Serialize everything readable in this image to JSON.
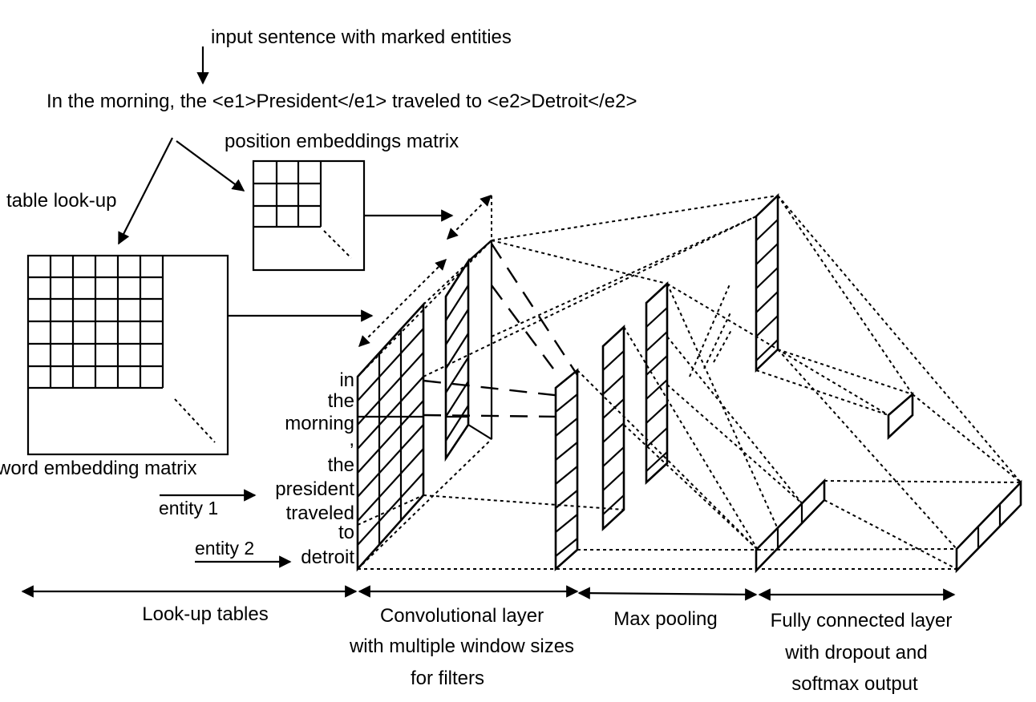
{
  "figure": {
    "input_caption": "input sentence with marked entities",
    "sentence": "In the morning, the <e1>President</e1> traveled to <e2>Detroit</e2>",
    "position_matrix_label": "position embeddings matrix",
    "table_lookup_label": "table look-up",
    "word_matrix_label": "word embedding matrix",
    "tokens": [
      "in",
      "the",
      "morning",
      ",",
      "the",
      "president",
      "traveled",
      "to",
      "detroit"
    ],
    "entity1_label": "entity 1",
    "entity2_label": "entity 2",
    "stages": {
      "lookup": "Look-up tables",
      "conv_line1": "Convolutional layer",
      "conv_line2": "with multiple window sizes",
      "conv_line3": "for filters",
      "pool": "Max pooling",
      "fc_line1": "Fully connected layer",
      "fc_line2": "with dropout and",
      "fc_line3": "softmax output"
    }
  }
}
